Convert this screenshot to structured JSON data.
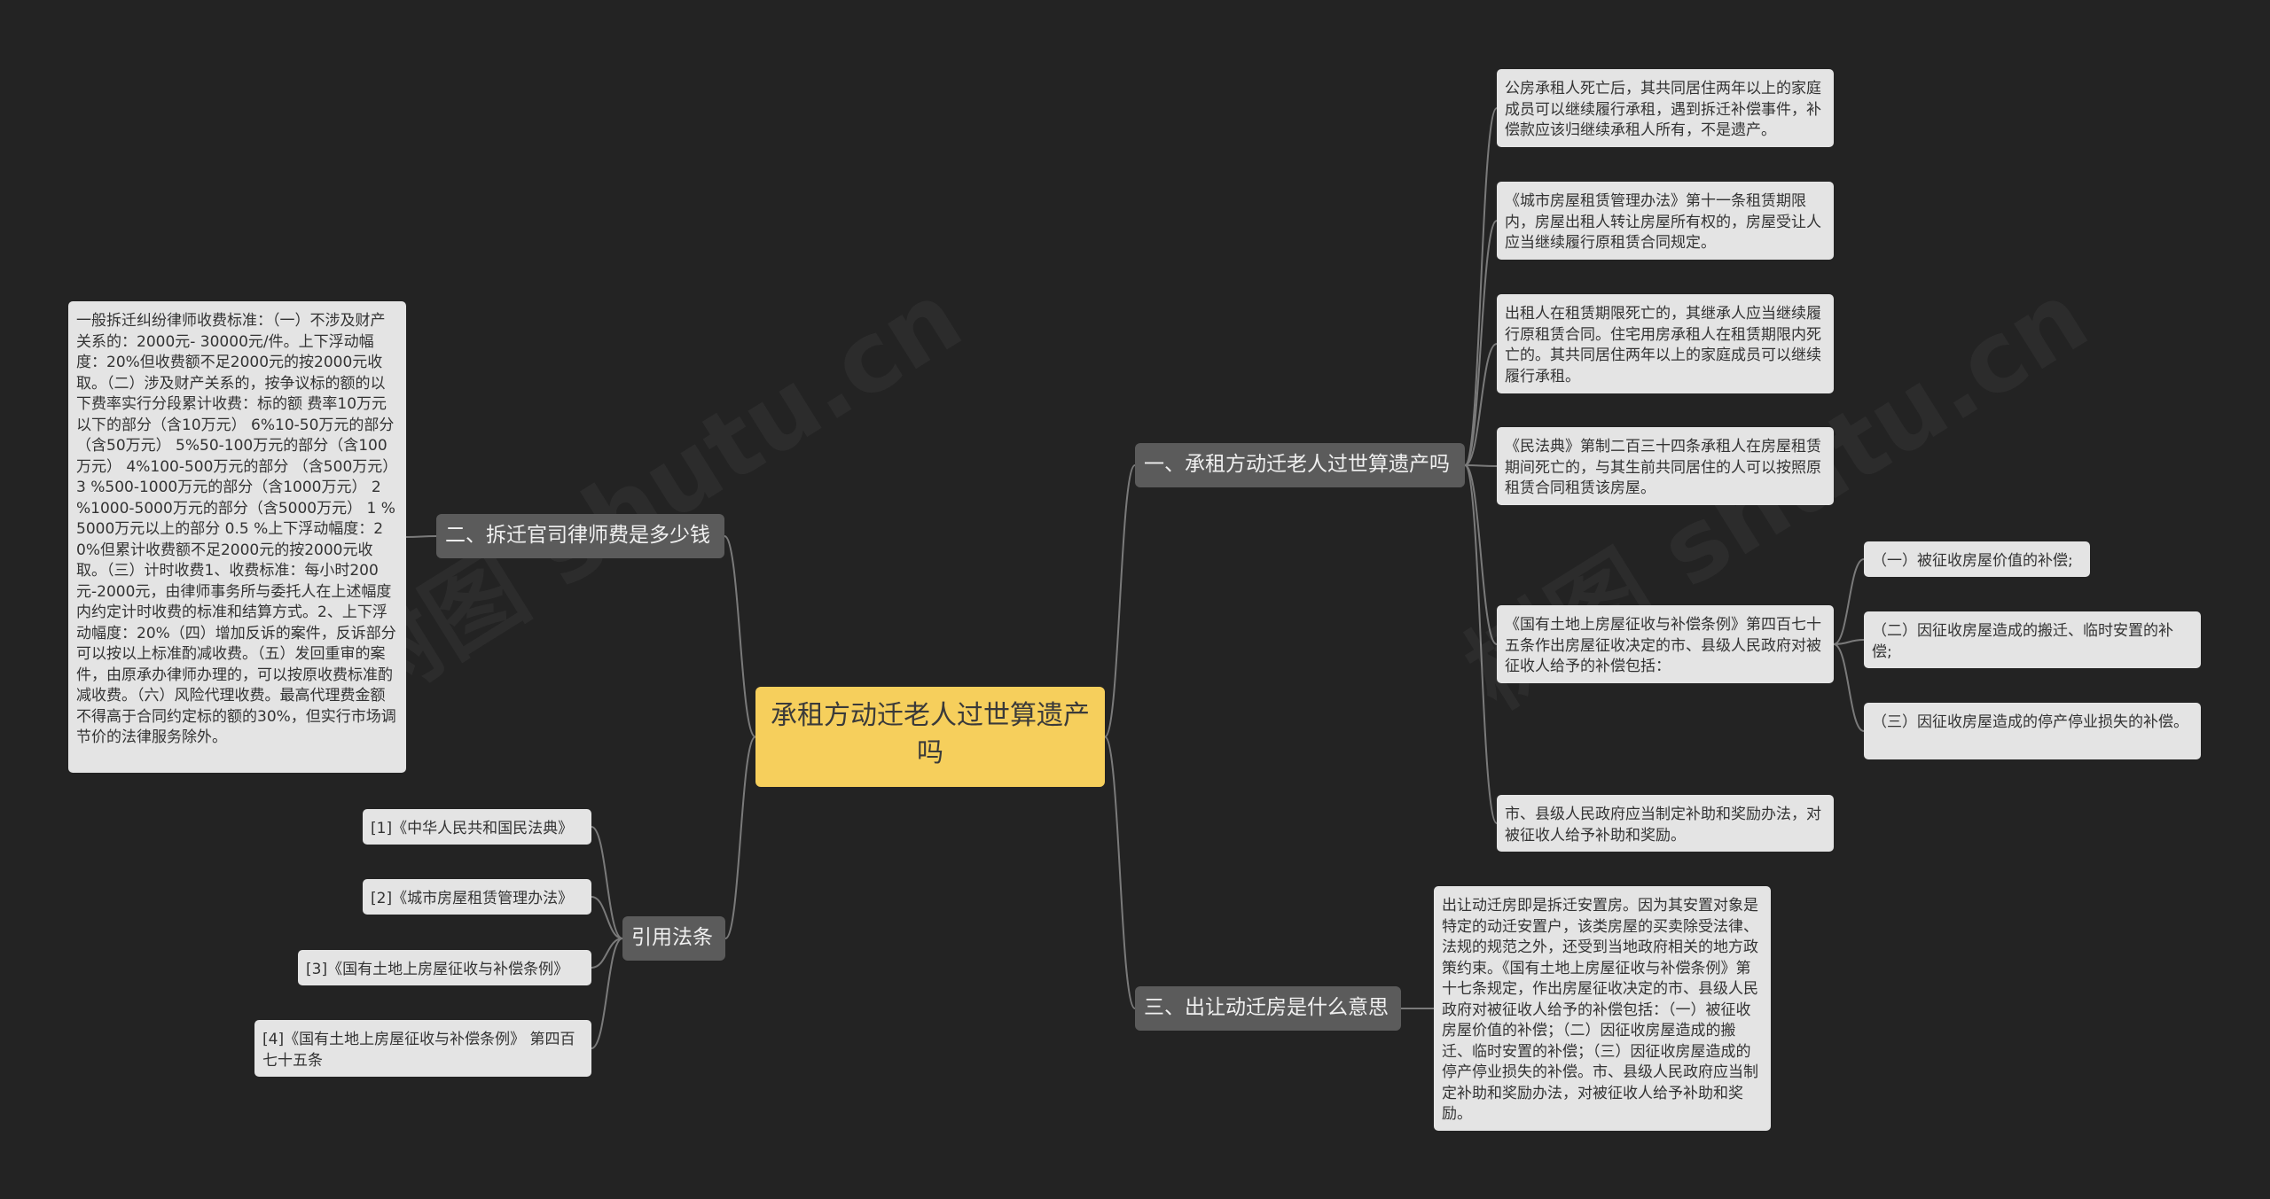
{
  "root": {
    "text": "承租方动迁老人过世算遗产吗"
  },
  "branches": {
    "b1": "一、承租方动迁老人过世算遗产吗",
    "b2": "二、拆迁官司律师费是多少钱",
    "b3": "三、出让动迁房是什么意思",
    "refs": "引用法条"
  },
  "b1_leaves": {
    "l1": "公房承租人死亡后，其共同居住两年以上的家庭成员可以继续履行承租，遇到拆迁补偿事件，补偿款应该归继续承租人所有，不是遗产。",
    "l2": "《城市房屋租赁管理办法》第十一条租赁期限内，房屋出租人转让房屋所有权的，房屋受让人应当继续履行原租赁合同规定。",
    "l3": "出租人在租赁期限死亡的，其继承人应当继续履行原租赁合同。住宅用房承租人在租赁期限内死亡的。其共同居住两年以上的家庭成员可以继续履行承租。",
    "l4": "《民法典》第制二百三十四条承租人在房屋租赁期间死亡的，与其生前共同居住的人可以按照原租赁合同租赁该房屋。",
    "l5": "《国有土地上房屋征收与补偿条例》第四百七十五条作出房屋征收决定的市、县级人民政府对被征收人给予的补偿包括：",
    "l6": "市、县级人民政府应当制定补助和奖励办法，对被征收人给予补助和奖励。"
  },
  "b1_sub": {
    "s1": "（一）被征收房屋价值的补偿;",
    "s2": "（二）因征收房屋造成的搬迁、临时安置的补偿;",
    "s3": "（三）因征收房屋造成的停产停业损失的补偿。"
  },
  "b2_leaf": "一般拆迁纠纷律师收费标准：（一）不涉及财产关系的：2000元- 30000元/件。上下浮动幅度：20%但收费额不足2000元的按2000元收取。（二）涉及财产关系的，按争议标的额的以下费率实行分段累计收费：标的额 费率10万元以下的部分（含10万元） 6%10-50万元的部分 （含50万元） 5%50-100万元的部分（含100万元） 4%100-500万元的部分 （含500万元） 3 %500-1000万元的部分（含1000万元） 2 %1000-5000万元的部分（含5000万元） 1 %5000万元以上的部分 0.5 %上下浮动幅度：20%但累计收费额不足2000元的按2000元收取。（三）计时收费1、收费标准：每小时200元-2000元，由律师事务所与委托人在上述幅度内约定计时收费的标准和结算方式。2、上下浮动幅度：20%（四）增加反诉的案件，反诉部分可以按以上标准酌减收费。（五）发回重审的案件，由原承办律师办理的，可以按原收费标准酌减收费。（六）风险代理收费。最高代理费金额不得高于合同约定标的额的30%，但实行市场调节价的法律服务除外。",
  "b3_leaf": "出让动迁房即是拆迁安置房。因为其安置对象是特定的动迁安置户，该类房屋的买卖除受法律、法规的规范之外，还受到当地政府相关的地方政策约束。《国有土地上房屋征收与补偿条例》第十七条规定，作出房屋征收决定的市、县级人民政府对被征收人给予的补偿包括：（一）被征收房屋价值的补偿；（二）因征收房屋造成的搬迁、临时安置的补偿；（三）因征收房屋造成的停产停业损失的补偿。市、县级人民政府应当制定补助和奖励办法，对被征收人给予补助和奖励。",
  "refs": {
    "r1": "[1]《中华人民共和国民法典》",
    "r2": "[2]《城市房屋租赁管理办法》",
    "r3": "[3]《国有土地上房屋征收与补偿条例》",
    "r4": "[4]《国有土地上房屋征收与补偿条例》 第四百七十五条"
  },
  "colors": {
    "background": "#232323",
    "root": "#f6cf5c",
    "branch": "#5b5b5b",
    "leaf": "#e4e4e4",
    "link": "#7a7a7a"
  }
}
